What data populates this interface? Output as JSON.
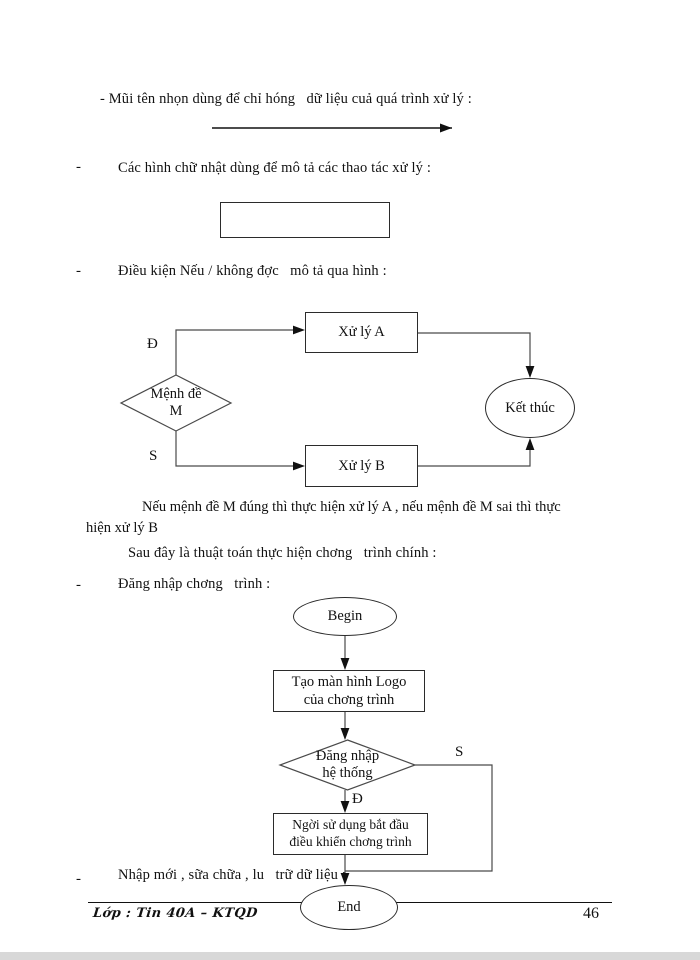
{
  "document": {
    "page_number": "46",
    "footer_text": "Lớp : Tin 40A – KTQD"
  },
  "body": {
    "line_arrow_desc": "- Mũi tên nhọn dùng để chỉ hóng   dữ liệu cuả quá trình xử lý :",
    "bullet_rect_desc": "Các hình chữ nhật dùng để mô tả các thao tác xử lý :",
    "bullet_cond_desc": "Điều kiện Nếu / không đợc   mô tả qua hình :",
    "explain_line1": "Nếu mệnh đề M đúng thì thực hiện xử lý A , nếu mệnh đề M sai thì thực",
    "explain_line2": "hiện xử lý B",
    "intro_algo": "Sau đây là thuật toán thực hiện chơng   trình chính :",
    "bullet_login": "Đăng nhập chơng   trình :",
    "bullet_input": "Nhập mới , sữa chữa , lu   trữ dữ liệu :",
    "bullet_glyph": "-"
  },
  "flowchart_condition": {
    "nodes": {
      "decision": {
        "line1": "Mệnh đề",
        "line2": "M"
      },
      "process_a": "Xử lý A",
      "process_b": "Xử lý B",
      "terminator": "Kết thúc"
    },
    "edge_labels": {
      "true_branch": "Đ",
      "false_branch": "S"
    }
  },
  "flowchart_login": {
    "nodes": {
      "begin": "Begin",
      "logo_screen": {
        "line1": "Tạo màn hình Logo",
        "line2": "của chơng   trình"
      },
      "decision": {
        "line1": "Đăng nhập",
        "line2": "hệ thống"
      },
      "user_control": {
        "line1": "Ngời   sử dụng bắt đầu",
        "line2": "điều khiển chơng   trình"
      },
      "end": "End"
    },
    "edge_labels": {
      "false_branch": "S",
      "true_branch": "Đ"
    }
  }
}
